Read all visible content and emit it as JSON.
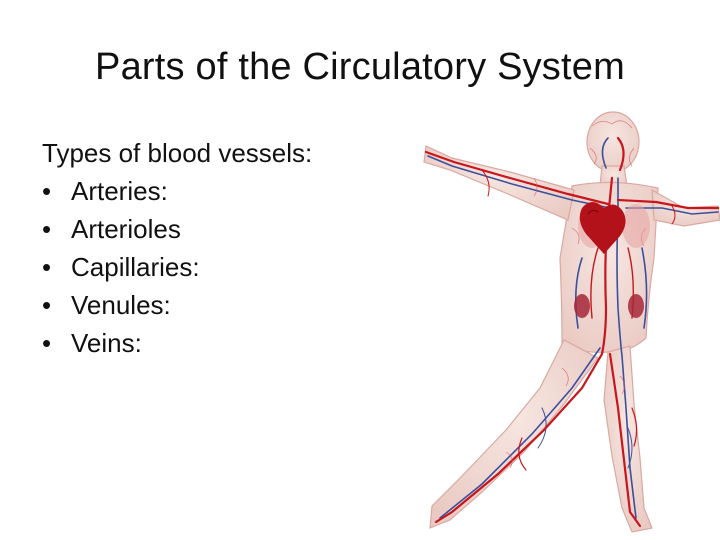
{
  "slide": {
    "title": "Parts of the Circulatory System",
    "heading": "Types of blood vessels:",
    "bullets": [
      "Arteries:",
      "Arterioles",
      "Capillaries:",
      "Venules:",
      "Veins:"
    ]
  },
  "figure": {
    "subject": "human circulatory system illustration",
    "colors": {
      "artery": "#c8161d",
      "vein": "#3b4f9c",
      "skin": "#f3dcd6",
      "heart": "#b3121a"
    }
  }
}
